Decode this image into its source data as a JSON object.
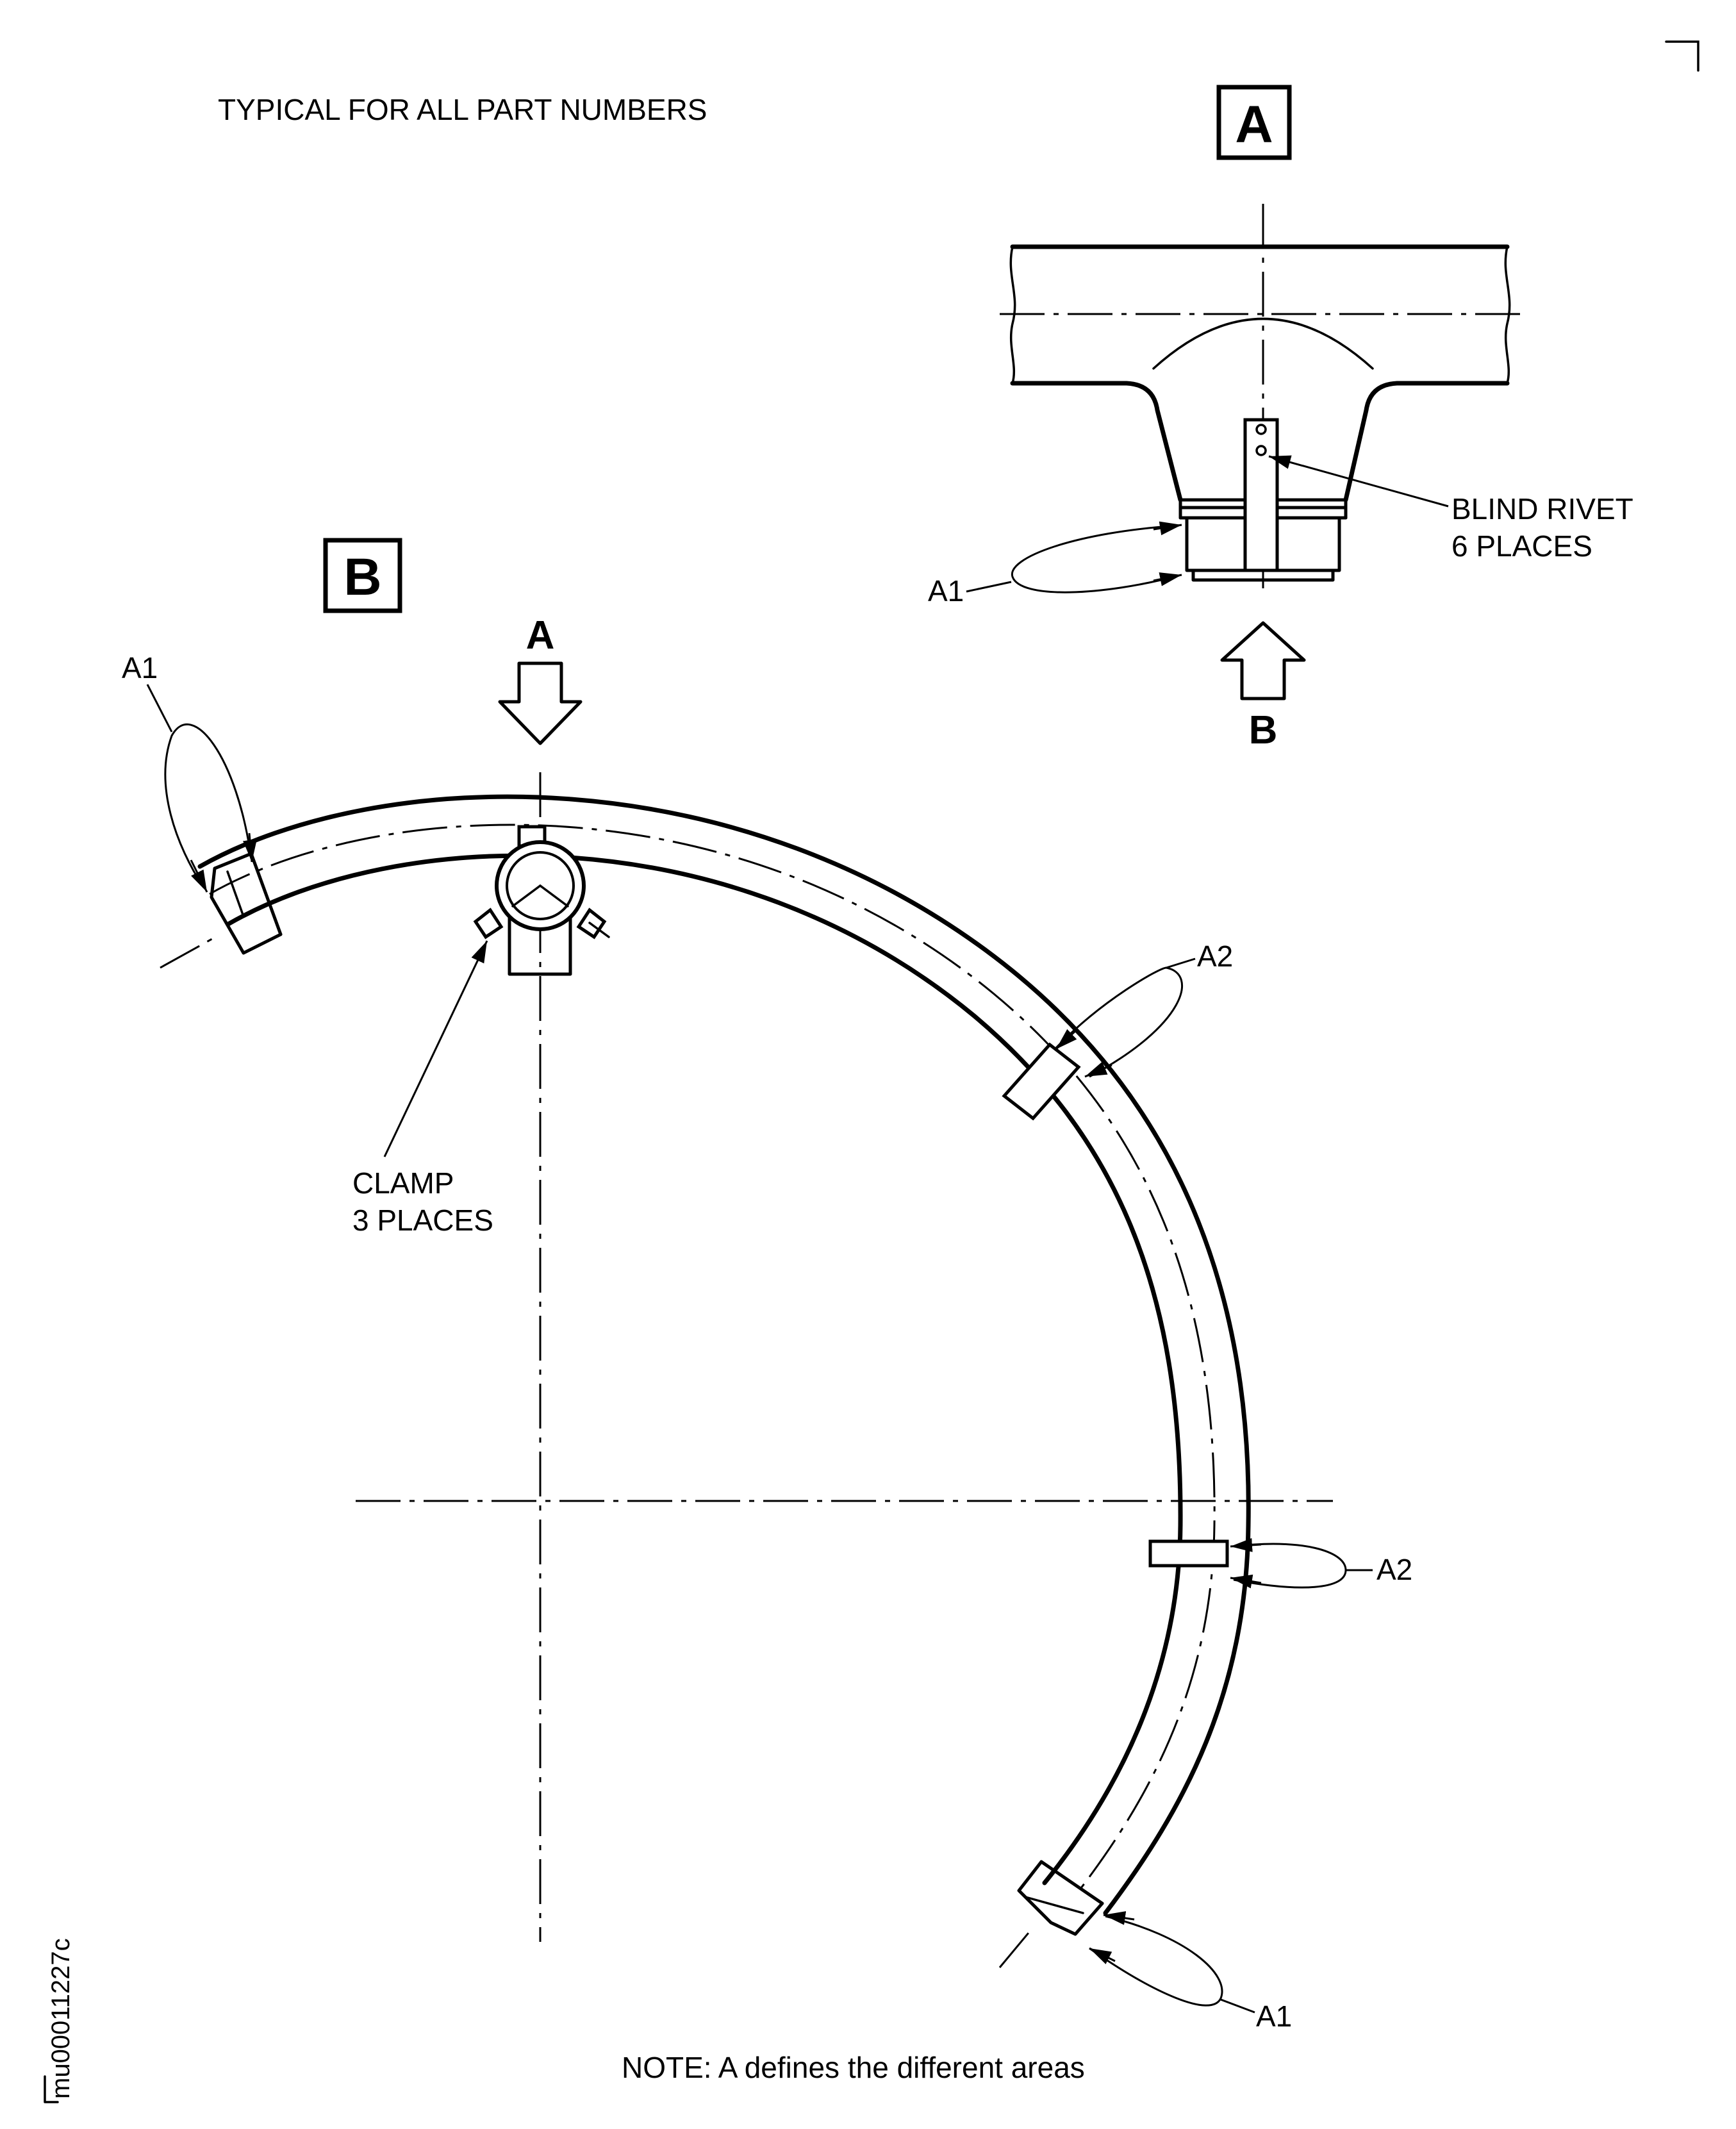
{
  "header": {
    "text": "TYPICAL FOR ALL PART NUMBERS"
  },
  "views": {
    "a": {
      "label": "A"
    },
    "b": {
      "label": "B"
    }
  },
  "arrows": {
    "view_a": "A",
    "view_b": "B"
  },
  "callouts": {
    "blind_rivet_line1": "BLIND RIVET",
    "blind_rivet_line2": "6 PLACES",
    "clamp_line1": "CLAMP",
    "clamp_line2": "3 PLACES",
    "a1_detail": "A1",
    "a1_left": "A1",
    "a1_bottom": "A1",
    "a2_upper": "A2",
    "a2_lower": "A2"
  },
  "note": "NOTE: A defines the different areas",
  "figure_id": "mu00011227c"
}
